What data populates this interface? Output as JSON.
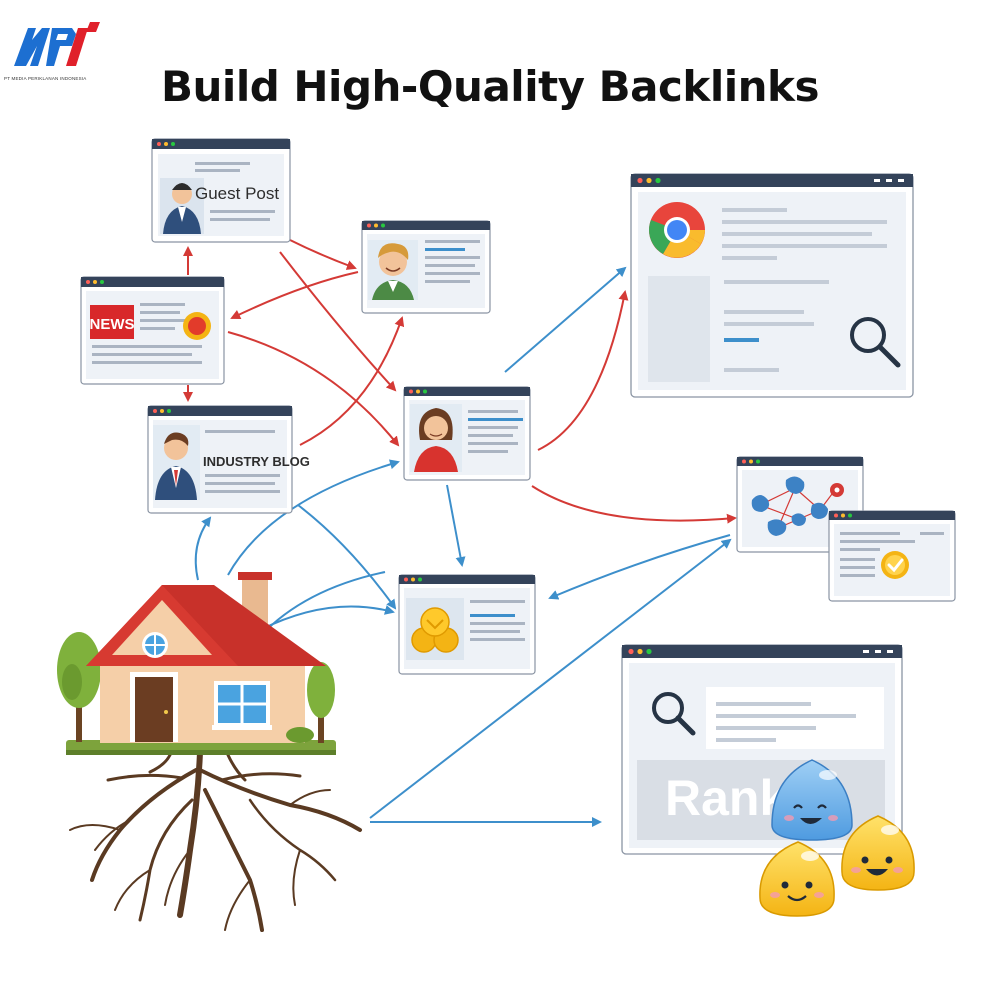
{
  "brand": {
    "logo_text": "MPI",
    "logo_caption": "PT MEDIA PERIKLANAN INDONESIA",
    "colors": {
      "blue": "#1d6fd1",
      "red": "#e0202a"
    }
  },
  "title": "Build High-Quality Backlinks",
  "cards": {
    "guest_post": "Guest Post",
    "news": "NEWS",
    "industry_blog": "INDUSTRY BLOG",
    "rank": "Rank"
  },
  "icons": [
    "chrome-logo-icon",
    "magnifier-icon",
    "network-map-icon",
    "check-badge-icon",
    "coins-icon",
    "house-icon",
    "roots-icon",
    "mascot-icon"
  ],
  "colors": {
    "arrow_red": "#d43a36",
    "arrow_blue": "#3d8fcb",
    "window_bar": "#34435a",
    "window_body": "#eef2f7",
    "house_roof": "#c8312a",
    "house_wall": "#f5cfa8",
    "grass": "#7da33c",
    "roots": "#5a3a22"
  }
}
